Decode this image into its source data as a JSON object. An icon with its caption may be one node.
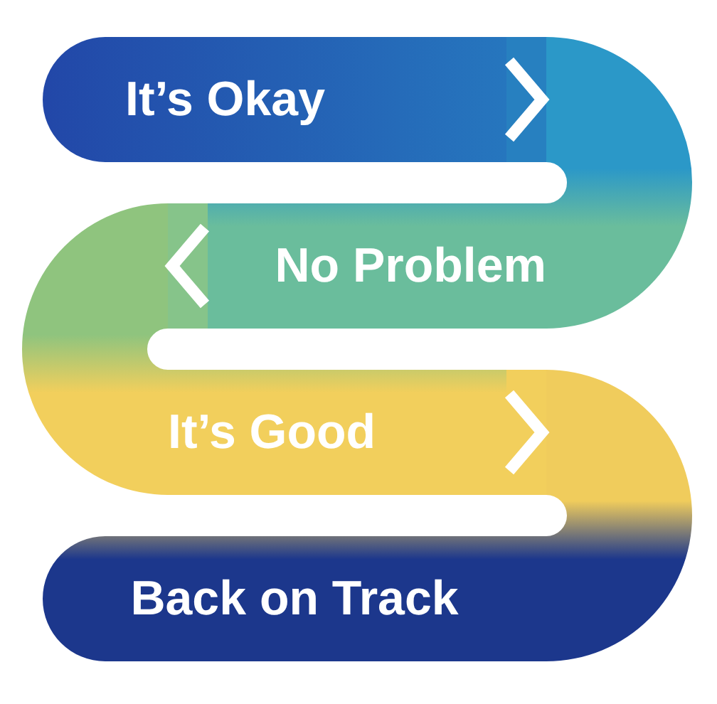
{
  "diagram": {
    "nodes": [
      {
        "text": [
          "It’s Okay"
        ]
      },
      {
        "text": [
          "No Problem"
        ]
      },
      {
        "text": [
          "It’s Good"
        ]
      },
      {
        "text": [
          "Back on Track"
        ]
      }
    ],
    "edges": [
      {
        "from": 0,
        "to": 1,
        "arrow": "to",
        "color": "#2780c0"
      },
      {
        "from": 1,
        "to": 2,
        "arrow": "to",
        "color": "#86c48a"
      },
      {
        "from": 2,
        "to": 3,
        "arrow": "to",
        "color": "#f2cf5c"
      }
    ]
  }
}
